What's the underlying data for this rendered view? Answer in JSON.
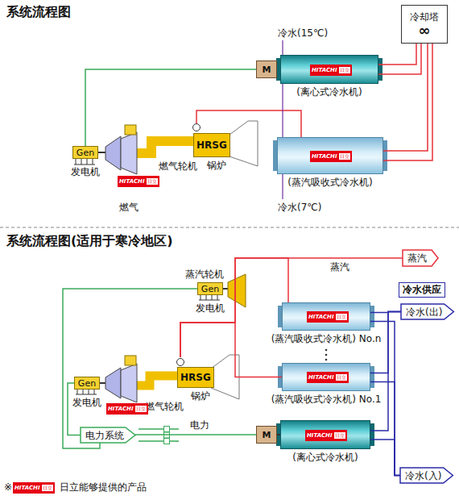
{
  "diagram": {
    "title": "系统流程图",
    "nodes": [
      {
        "text": [
          "冷却塔",
          "∞"
        ]
      },
      {
        "text": [
          "M"
        ]
      },
      {
        "text": [
          "(离心式冷水机)"
        ]
      },
      {
        "text": [
          "HITACHI",
          "日立"
        ],
        "in": 2
      },
      {
        "text": [
          "Gen",
          "发电机"
        ]
      },
      {
        "text": [
          "HRSG",
          "锅炉"
        ]
      },
      {
        "text": [
          "(蒸汽吸收式冷水机)"
        ]
      },
      {
        "text": [
          "HITACHI",
          "日立"
        ],
        "in": 6
      },
      {
        "text": [
          "HITACHI",
          "日立"
        ]
      },
      {
        "text": [
          "Gen",
          "发电机"
        ]
      },
      {
        "text": [
          "HRSG",
          "锅炉"
        ]
      },
      {
        "text": [
          "Gen",
          "发电机"
        ]
      },
      {
        "text": [
          "HITACHI",
          "日立"
        ]
      },
      {
        "text": [
          "蒸汽"
        ]
      },
      {
        "text": [
          "冷水供应"
        ]
      },
      {
        "text": [
          "冷水(出)"
        ]
      },
      {
        "text": [
          "(蒸汽吸收式冷水机) No.n"
        ]
      },
      {
        "text": [
          "HITACHI",
          "日立"
        ],
        "in": 16
      },
      {
        "text": [
          "(蒸汽吸收式冷水机) No.1"
        ]
      },
      {
        "text": [
          "HITACHI",
          "日立"
        ],
        "in": 18
      },
      {
        "text": [
          "电力系统"
        ]
      },
      {
        "text": [
          "M"
        ]
      },
      {
        "text": [
          "(离心式冷水机)"
        ]
      },
      {
        "text": [
          "HITACHI",
          "日立"
        ],
        "in": 22
      },
      {
        "text": [
          "冷水(入)"
        ]
      },
      {
        "text": [
          "HITACHI",
          "日立"
        ]
      }
    ],
    "edges": [
      {
        "from": 4,
        "to": 1,
        "arrow": "none"
      },
      {
        "from": 5,
        "to": 6,
        "arrow": "none"
      },
      {
        "from": 0,
        "to": 2,
        "arrow": "none"
      },
      {
        "from": 0,
        "to": 2,
        "arrow": "none"
      },
      {
        "from": 0,
        "to": 6,
        "arrow": "none"
      },
      {
        "from": 0,
        "to": 6,
        "arrow": "none"
      },
      {
        "from": 2,
        "to": 6,
        "arrow": "none"
      },
      {
        "from": 10,
        "to": 13,
        "arrow": "none"
      },
      {
        "from": 10,
        "to": 16,
        "arrow": "none"
      },
      {
        "from": 10,
        "to": 18,
        "arrow": "none"
      },
      {
        "from": 9,
        "to": 20,
        "arrow": "none"
      },
      {
        "from": 11,
        "to": 20,
        "arrow": "none"
      },
      {
        "from": 20,
        "to": 21,
        "arrow": "none"
      },
      {
        "from": 16,
        "to": 15,
        "arrow": "none"
      },
      {
        "from": 18,
        "to": 15,
        "arrow": "none"
      },
      {
        "from": 22,
        "to": 15,
        "arrow": "none"
      },
      {
        "from": 24,
        "to": 16,
        "arrow": "none"
      },
      {
        "from": 24,
        "to": 18,
        "arrow": "none"
      },
      {
        "from": 24,
        "to": 22,
        "arrow": "none"
      }
    ],
    "labels": [
      "冷水(15℃)",
      "燃气轮机",
      "燃气",
      "冷水(7℃)",
      "系统流程图(适用于寒冷地区)",
      "蒸汽轮机",
      "蒸汽",
      "燃气轮机",
      "电力",
      "※",
      "日立能够提供的产品"
    ]
  }
}
